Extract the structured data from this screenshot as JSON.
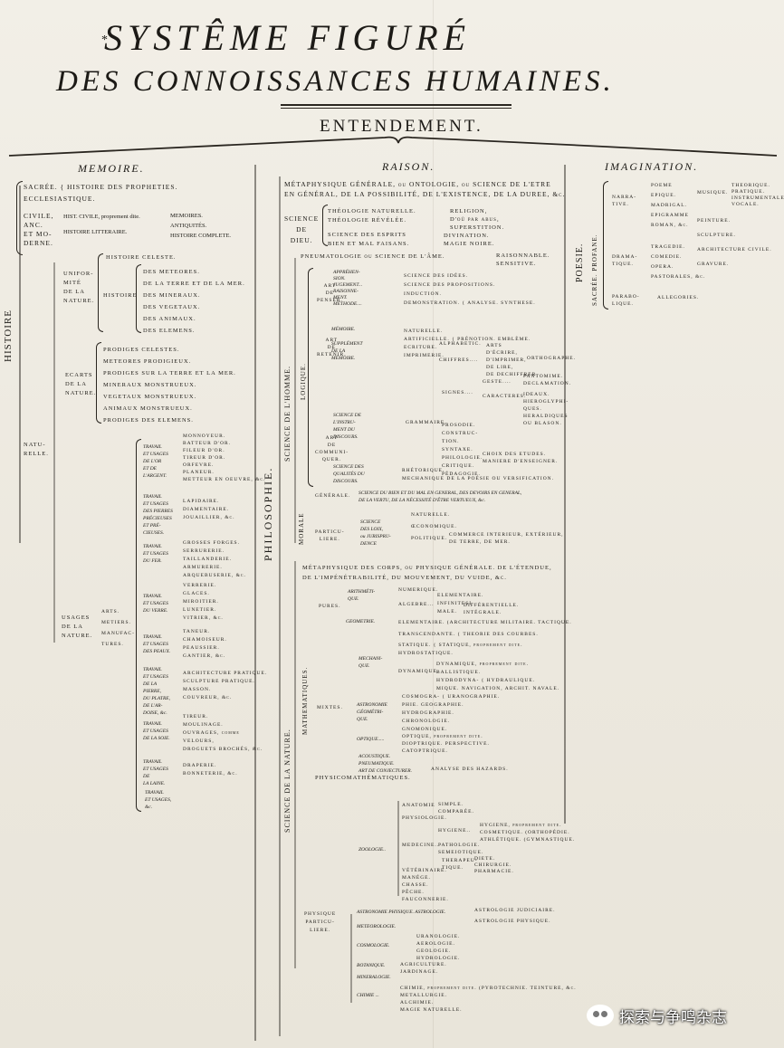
{
  "title": {
    "line1": "SYSTÊME FIGURÉ",
    "line2": "DES CONNOISSANCES HUMAINES.",
    "entendement": "ENTENDEMENT."
  },
  "columns": {
    "memoire": "MEMOIRE.",
    "raison": "RAISON.",
    "imagination": "IMAGINATION."
  },
  "memoire": {
    "histoire": "HISTOIRE",
    "sacree": "SACRÉE. { HISTOIRE DES PROPHETIES.",
    "eccl": "ECCLESIASTIQUE.",
    "civile": "CIVILE,\nANC.\nET MO-\nDERNE.",
    "hist_civile": "HIST. CIVILE, proprement dite.",
    "hist_litt": "HISTOIRE LITTERAIRE.",
    "civile_items": "MEMOIRES.\nANTIQUITÉS.\nHISTOIRE COMPLETE.",
    "naturelle": "NATU-\nRELLE.",
    "uniformite": "UNIFOR-\nMITÉ\nDE LA\nNATURE.",
    "hist_celeste": "HISTOIRE CELESTE.",
    "histoire_small": "HISTOIRE",
    "unif_items": "DES METEORES.\nDE LA TERRE ET DE LA MER.\nDES MINERAUX.\nDES VEGETAUX.\nDES ANIMAUX.\nDES ELEMENS.",
    "ecarts": "ECARTS\nDE LA\nNATURE.",
    "ecarts_items": "PRODIGES CELESTES.\nMETEORES PRODIGIEUX.\nPRODIGES SUR LA TERRE ET LA MER.\nMINERAUX MONSTRUEUX.\nVEGETAUX MONSTRUEUX.\nANIMAUX MONSTRUEUX.\nPRODIGES DES ELEMENS.",
    "usages": "USAGES\nDE LA\nNATURE.",
    "arts_metiers": "ARTS.\nMETIERS.\nMANUFAC-\nTURES.",
    "travail_or": "TRAVAIL\nET USAGES\nDE L'OR\nET DE\nL'ARGENT.",
    "travail_or_items": "MONNOYEUR.\nBATTEUR D'OR.\nFILEUR D'OR.\nTIREUR D'OR.\nORFEVRE.\nPLANEUR.\nMETTEUR EN OEUVRE, &c.",
    "travail_pierres": "TRAVAIL\nET USAGES\nDES PIERRES\nPRÉCIEUSES\nET PRÉ-\nCIEUSES.",
    "travail_pierres_items": "LAPIDAIRE.\nDIAMENTAIRE.\nJOUAILLIER, &c.",
    "travail_fer": "TRAVAIL\nET USAGES\nDU FER.",
    "travail_fer_items": "GROSSES FORGES.\nSERRURERIE.\nTAILLANDERIE.\nARMURERIE.\nARQUEBUSERIE, &c.",
    "travail_verre": "TRAVAIL\nET USAGES\nDU VERRE.",
    "travail_verre_items": "VERRERIE.\nGLACES.\nMIROITIER.\nLUNETIER.\nVITRIER, &c.",
    "travail_peaux": "TRAVAIL\nET USAGES\nDES PEAUX.",
    "travail_peaux_items": "TANEUR.\nCHAMOISEUR.\nPEAUSSIER.\nGANTIER, &c.",
    "travail_platre": "TRAVAIL\nET USAGES\nDE LA\nPIERRE,\nDU PLATRE,\nDE L'AR-\nDOISE, &c.",
    "travail_platre_items": "ARCHITECTURE PRATIQUE.\nSCULPTURE PRATIQUE.\nMASSON.\nCOUVREUR, &c.",
    "travail_soie": "TRAVAIL\nET USAGES\nDE LA SOIE.",
    "travail_soie_items": "TIREUR.\nMOULINAGE.\nOUVRAGES, comme\nVELOURS,\nDROGUETS BROCHÉS, &c.",
    "travail_laine": "TRAVAIL\nET USAGES\nDE\nLA LAINE.",
    "travail_laine_items": "DRAPERIE.\nBONNETERIE, &c.",
    "travail_usages": "TRAVAIL\nET USAGES,\n&c."
  },
  "raison": {
    "philosophie": "PHILOSOPHIE.",
    "metaphysique_generale": "MÉTAPHYSIQUE GÉNÉRALE, ou ONTOLOGIE, ou SCIENCE DE L'ETRE\nEN GÉNÉRAL, DE LA POSSIBILITÉ, DE L'EXISTENCE, DE LA DUREE, &c.",
    "science_dieu": "SCIENCE\nDE\nDIEU.",
    "theologie": "THÉOLOGIE NATURELLE.\nTHÉOLOGIE RÉVÉLÉE.",
    "religion": "RELIGION,\nD'où par abus,\nSUPERSTITION.",
    "esprits": "SCIENCE DES ESPRITS\nBIEN ET MAL FAISANS.",
    "divination": "DIVINATION.\nMAGIE NOIRE.",
    "science_homme": "SCIENCE DE L'HOMME.",
    "pneumatologie": "PNEUMATOLOGIE ou SCIENCE DE L'ÂME.",
    "raisonnable": "RAISONNABLE.\nSENSITIVE.",
    "logique": "LOGIQUE.",
    "art_penser": "ART\nDE\nPENSER.",
    "penser_items": "APPRÉHEN-\nSION.\nJUGEMENT...\nRAISONNE-\nMENT.\nMÉTHODE....",
    "penser_sub": "SCIENCE DES IDÉES.\nSCIENCE DES PROPOSITIONS.\nINDUCTION.\nDEMONSTRATION. { ANALYSE. SYNTHESE.",
    "art_retenir": "ART\nDE\nRETENIR.",
    "retenir_items": "MÉMOIRE.\n\nSUPPLÉMENT\nDE LA\nMÉMOIRE.",
    "retenir_sub": "NATURELLE.\nARTIFICIELLE. { PRÉNOTION. EMBLÈME.\nECRITURE.\nIMPRIMERIE.",
    "alphabetic": "ALPHABETIC.\n\nCHIFFRES....",
    "arts_ecrire": "ARTS\nD'ÉCRIRE,\nD'IMPRIMER,\nDE LIRE,\nDE DECHIFFRER.",
    "orthographe": "ORTHOGRAPHE.",
    "art_comm": "ART\nDE\nCOMMUNI-\nQUER.",
    "instrument": "SCIENCE DE\nL'INSTRU-\nMENT DU\nDISCOURS.",
    "grammaire": "GRAMMAIRE.",
    "grammaire_items": "SIGNES....\n\n\n\nPROSODIE.\nCONSTRUC-\nTION.\nSYNTAXE.\nPHILOLOGIE.\nCRITIQUE.\nPÉDAGOGIE.",
    "geste_items": "GESTE....\n\nCARACTERES.",
    "pantomime": "PANTOMIME.\nDECLAMATION.",
    "ideogr": "IDEAUX.\nHIEROGLYPHI-\nQUES.\nHERALDIQUES\nOU BLASON.",
    "chiffre": "CHOIX DES ETUDES.\nMANIERE D'ENSEIGNER.",
    "qualites": "SCIENCE DES\nQUALITÉS DU\nDISCOURS.",
    "rhetorique": "RHÉTORIQUE.\nMECHANIQUE DE LA POÉSIE OU VERSIFICATION.",
    "morale": "MORALE",
    "generale": "GÉNÉRALE.",
    "science_bien": "SCIENCE DU BIEN ET DU MAL EN GENERAL, DES DEVOIRS EN GENERAL,\nDE LA VERTU, DE LA NÉCESSITÉ D'ÊTRE VERTUEUX, &c.",
    "particuliere": "PARTICU-\nLIERE.",
    "science_loix": "SCIENCE\nDES LOIX,\nou JURISPRU-\nDENCE",
    "loix_items": "NATURELLE.\nŒCONOMIQUE.\nPOLITIQUE.",
    "commerce": "COMMERCE INTERIEUR, EXTÉRIEUR,\nDE TERRE, DE MER.",
    "science_nature": "SCIENCE DE LA NATURE.",
    "metaphysique_corps": "MÉTAPHYSIQUE DES CORPS, ou PHYSIQUE GÉNÉRALE. DE L'ÉTENDUE,\nDE L'IMPÉNÉTRABILITÉ, DU MOUVEMENT, DU VUIDE, &c.",
    "mathematiques": "MATHEMATIQUES.",
    "pures": "PURES.",
    "arithmetique": "ARITHMÉTI-\nQUE.",
    "numerique": "NUMERIQUE.\n\nALGEBRE...",
    "elementaire": "ELEMENTAIRE.\nINFINITESI-\nMALE.",
    "differentielle": "DIFFÉRENTIELLE.\nINTÉGRALE.",
    "geometrie": "GEOMETRIE.",
    "geometrie_items": "ELEMENTAIRE. (ARCHITECTURE MILITAIRE. TACTIQUE.\nTRANSCENDANTE. { THEORIE DES COURBES.",
    "mixtes": "MIXTES.",
    "mechanique": "MECHANI-\nQUE.",
    "statique": "STATIQUE. { STATIQUE, proprement dite.\nHYDROSTATIQUE.",
    "dynamique": "DYNAMIQUE.",
    "dynamique_items": "DYNAMIQUE, proprement dite.\nBALLISTIQUE.\nHYDRODYNA- { HYDRAULIQUE.\nMIQUE. NAVIGATION, ARCHIT. NAVALE.",
    "astronomie_geom": "ASTRONOMIE\nGÉOMÉTRI-\nQUE.",
    "astro_items": "COSMOGRA- { URANOGRAPHIE.\nPHIE. GEOGRAPHIE.\nHYDROGRAPHIE.\nCHRONOLOGIE.\nGNOMONIQUE.",
    "optique": "OPTIQUE.....",
    "optique_items": "OPTIQUE, proprement dite.\nDIOPTRIQUE. PERSPECTIVE.\nCATOPTRIQUE.",
    "acoustique": "ACOUSTIQUE.\nPNEUMATIQUE.\nART DE CONJECTURER.",
    "hazards": "ANALYSE DES HAZARDS.",
    "physicomath": "PHYSICOMATHÉMATIQUES.",
    "anatomie": "ANATOMIE",
    "anatomie_items": "SIMPLE.\nCOMPARÉE.",
    "physiologie": "PHYSIOLOGIE.",
    "hygiene": "HYGIENE..",
    "hygiene_items": "HYGIENE, proprement dite.\nCOSMETIQUE. (ORTHOPÉDIE.\nATHLÉTIQUE. (GYMNASTIQUE.",
    "zoologie": "ZOOLOGIE..",
    "medecine": "MEDECINE..",
    "medecine_items": "PATHOLOGIE.\nSEMEIOTIQUE.",
    "therapeutique": "THERAPEU-\nTIQUE.",
    "therap_items": "DIETE.\nCHIRURGIE.\nPHARMACIE.",
    "zoologie_items": "VÉTÉRINAIRE.\nMANÉGE.\nCHASSE.\nPÊCHE.\nFAUCONNERIE.",
    "physique_part": "PHYSIQUE\nPARTICU-\nLIERE.",
    "astro_physique": "ASTRONOMIE PHYSIQUE. ASTROLOGIE.",
    "astrologie_items": "ASTROLOGIE JUDICIAIRE.\nASTROLOGIE PHYSIQUE.",
    "meteorologie": "METEOROLOGIE.",
    "cosmologie": "COSMOLOGIE.",
    "cosmologie_items": "URANOLOGIE.\nAEROLOGIE.\nGEOLOGIE.\nHYDROLOGIE.",
    "botanique": "BOTANIQUE.",
    "botanique_items": "AGRICULTURE.\nJARDINAGE.",
    "mineralogie": "MINERALOGIE.",
    "chimie": "CHIMIE ...",
    "chimie_items": "CHIMIE, proprement dite. (PYROTECHNIE. TEINTURE, &c.\nMETALLURGIE.\nALCHIMIE.\nMAGIE NATURELLE."
  },
  "imagination": {
    "poesie": "POESIE.",
    "sacree_profane": "SACRÉE. PROFANE.",
    "narrative": "NARRA-\nTIVE.",
    "narrative_items": "POEME\nEPIQUE.\nMADRIGAL.\nEPIGRAMME\nROMAN, &c.",
    "musique": "MUSIQUE.",
    "musique_items": "THEORIQUE.\nPRATIQUE.\nINSTRUMENTALE.\nVOCALE.",
    "arts_items": "PEINTURE.\nSCULPTURE.\nARCHITECTURE CIVILE.\nGRAVURE.",
    "dramatique": "DRAMA-\nTIQUE.",
    "dramatique_items": "TRAGEDIE.\nCOMEDIE.\nOPERA.\nPASTORALES, &c.",
    "parabolique": "PARABO-\nLIQUE.",
    "allegories": "ALLEGORIES."
  },
  "watermark": "探索与争鸣杂志"
}
